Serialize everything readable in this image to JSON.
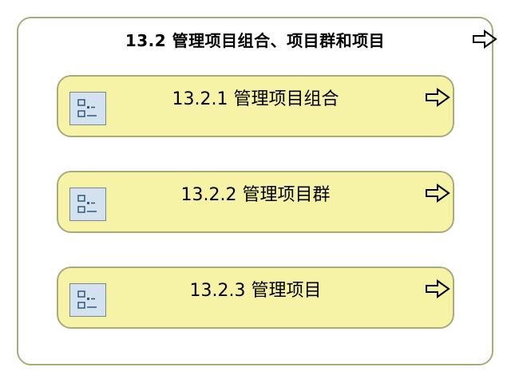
{
  "diagram": {
    "title": "13.2 管理项目组合、项目群和项目",
    "expand_icon": "arrow-right-outline-icon",
    "items": [
      {
        "label": "13.2.1 管理项目组合",
        "icon": "checklist-icon",
        "arrow_icon": "arrow-right-outline-icon"
      },
      {
        "label": "13.2.2 管理项目群",
        "icon": "checklist-icon",
        "arrow_icon": "arrow-right-outline-icon"
      },
      {
        "label": "13.2.3 管理项目",
        "icon": "checklist-icon",
        "arrow_icon": "arrow-right-outline-icon"
      }
    ]
  },
  "colors": {
    "border": "#a7ac7a",
    "card_fill": "#f6f3a6",
    "icon_fill": "#d3e2ee"
  }
}
